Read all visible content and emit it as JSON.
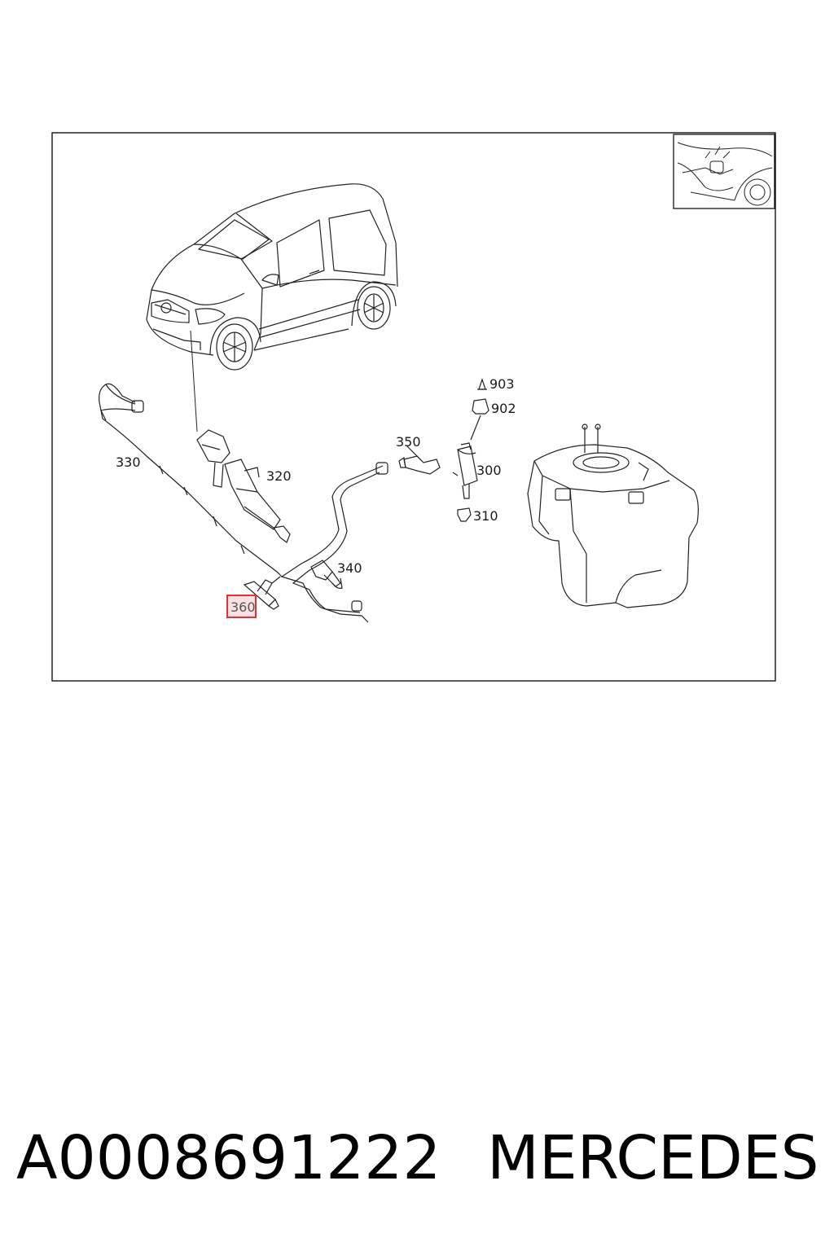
{
  "callouts": {
    "c330": "330",
    "c320": "320",
    "c350": "350",
    "c300": "300",
    "c310": "310",
    "c340": "340",
    "c360": "360",
    "c903": "903",
    "c902": "902"
  },
  "highlight": {
    "callout": "360",
    "color": "#e0303a"
  },
  "caption": {
    "part_number": "A0008691222",
    "brand": "MERCEDES"
  }
}
